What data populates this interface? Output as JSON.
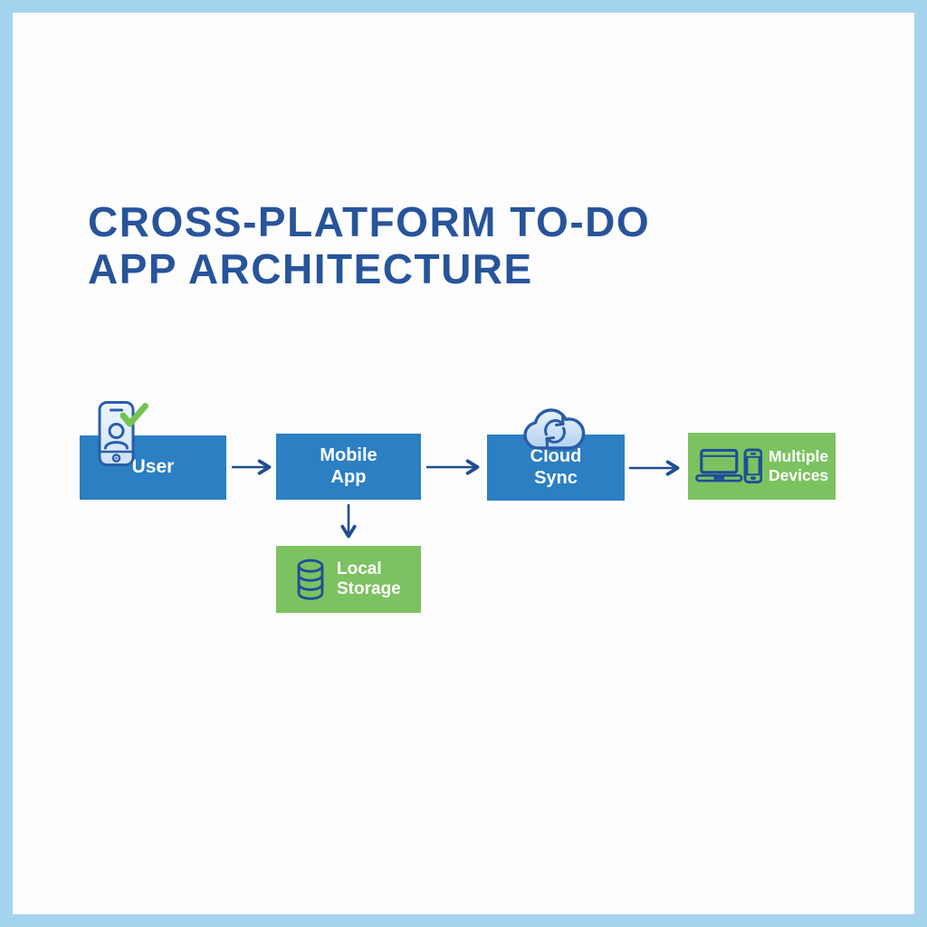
{
  "page": {
    "title_line1": "CROSS-PLATFORM TO-DO",
    "title_line2": "APP ARCHITECTURE"
  },
  "colors": {
    "frame_border": "#a5d4ef",
    "background": "#fdfdfe",
    "box_blue": "#2b7fc2",
    "box_green": "#7cc261",
    "title_blue": "#27549b",
    "arrow_blue": "#1f4e91",
    "icon_outline_blue": "#2a5da8",
    "icon_outline_navy": "#1d4f96",
    "check_green": "#74c353",
    "label_text": "#ffffff"
  },
  "nodes": {
    "user": {
      "label": "User",
      "icon": "smartphone-user-check-icon",
      "style": "blue"
    },
    "mobile_app": {
      "label_line1": "Mobile",
      "label_line2": "App",
      "style": "blue"
    },
    "cloud_sync": {
      "label_line1": "Cloud",
      "label_line2": "Sync",
      "icon": "cloud-sync-icon",
      "style": "blue"
    },
    "multiple_devices": {
      "label_line1": "Multiple",
      "label_line2": "Devices",
      "icon": "laptop-and-phone-icon",
      "style": "green"
    },
    "local_storage": {
      "label_line1": "Local",
      "label_line2": "Storage",
      "icon": "database-icon",
      "style": "green"
    }
  },
  "edges": [
    {
      "from": "user",
      "to": "mobile_app",
      "direction": "right"
    },
    {
      "from": "mobile_app",
      "to": "cloud_sync",
      "direction": "right"
    },
    {
      "from": "cloud_sync",
      "to": "multiple_devices",
      "direction": "right"
    },
    {
      "from": "mobile_app",
      "to": "local_storage",
      "direction": "down"
    }
  ]
}
